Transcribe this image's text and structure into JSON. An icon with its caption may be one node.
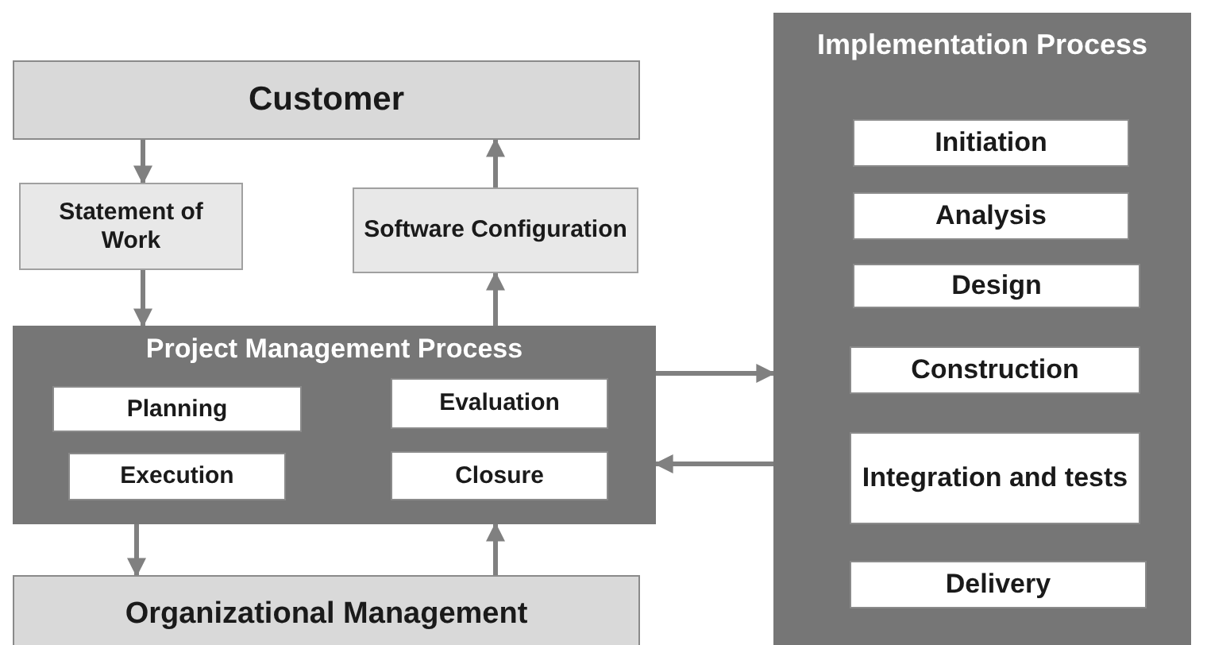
{
  "diagram": {
    "nodes": [
      {
        "text": [
          "Customer"
        ]
      },
      {
        "text": [
          "Statement of Work"
        ]
      },
      {
        "text": [
          "Software Configuration"
        ]
      },
      {
        "text": [
          "Project Management Process"
        ]
      },
      {
        "text": [
          "Planning"
        ],
        "in": 3
      },
      {
        "text": [
          "Evaluation"
        ],
        "in": 3
      },
      {
        "text": [
          "Execution"
        ],
        "in": 3
      },
      {
        "text": [
          "Closure"
        ],
        "in": 3
      },
      {
        "text": [
          "Organizational Management"
        ]
      },
      {
        "text": [
          "Implementation Process"
        ]
      },
      {
        "text": [
          "Initiation"
        ],
        "in": 9
      },
      {
        "text": [
          "Analysis"
        ],
        "in": 9
      },
      {
        "text": [
          "Design"
        ],
        "in": 9
      },
      {
        "text": [
          "Construction"
        ],
        "in": 9
      },
      {
        "text": [
          "Integration and tests"
        ],
        "in": 9
      },
      {
        "text": [
          "Delivery"
        ],
        "in": 9
      }
    ],
    "edges": [
      {
        "from": 0,
        "to": 1,
        "arrow": "to"
      },
      {
        "from": 1,
        "to": 3,
        "arrow": "to"
      },
      {
        "from": 3,
        "to": 2,
        "arrow": "to"
      },
      {
        "from": 2,
        "to": 0,
        "arrow": "to"
      },
      {
        "from": 3,
        "to": 8,
        "arrow": "to"
      },
      {
        "from": 8,
        "to": 3,
        "arrow": "to"
      },
      {
        "from": 3,
        "to": 9,
        "arrow": "to"
      },
      {
        "from": 9,
        "to": 3,
        "arrow": "to"
      }
    ]
  }
}
